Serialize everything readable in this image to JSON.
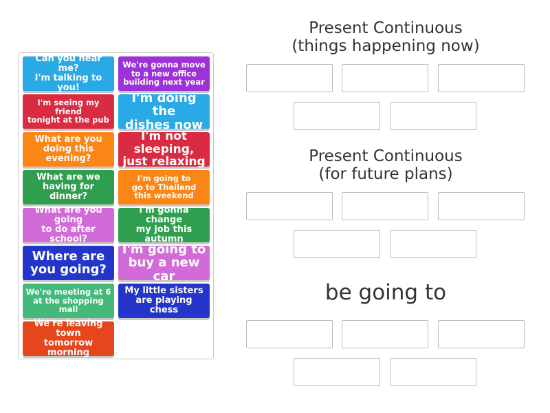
{
  "cards": [
    {
      "text": "Can you hear me?\nI'm talking to you!",
      "color": "#29a9e6",
      "size": "m"
    },
    {
      "text": "We're gonna move\nto a new office\nbuilding next year",
      "color": "#9c32d8",
      "size": "s"
    },
    {
      "text": "I'm seeing my friend\ntonight at the pub",
      "color": "#d92b41",
      "size": "s"
    },
    {
      "text": "I'm doing the\ndishes now",
      "color": "#29a9e6",
      "size": "xl"
    },
    {
      "text": "What are you\ndoing this evening?",
      "color": "#fb8616",
      "size": "m"
    },
    {
      "text": "I'm not sleeping,\njust relaxing",
      "color": "#d92b41",
      "size": "l"
    },
    {
      "text": "What are we\nhaving for dinner?",
      "color": "#2f9e4f",
      "size": "m"
    },
    {
      "text": "I'm going to\ngo to Thailand\nthis weekend",
      "color": "#fb8616",
      "size": "s"
    },
    {
      "text": "What are you going\nto do after school?",
      "color": "#d26bd8",
      "size": "m"
    },
    {
      "text": "I'm gonna change\nmy job this autumn",
      "color": "#2f9e4f",
      "size": "m"
    },
    {
      "text": "Where are\nyou going?",
      "color": "#2435c9",
      "size": "xl"
    },
    {
      "text": "I'm going to\nbuy a new car",
      "color": "#d26bd8",
      "size": "xl"
    },
    {
      "text": "We're meeting at 6\nat the shopping mall",
      "color": "#44b97a",
      "size": "s"
    },
    {
      "text": "My little sisters\nare playing chess",
      "color": "#2435c9",
      "size": "m"
    },
    {
      "text": "We're leaving town\ntomorrow morning",
      "color": "#e5461b",
      "size": "m"
    }
  ],
  "categories": [
    {
      "title": "Present Continuous\n(things happening now)"
    },
    {
      "title": "Present Continuous\n(for future plans)"
    },
    {
      "title": "be going to"
    }
  ]
}
